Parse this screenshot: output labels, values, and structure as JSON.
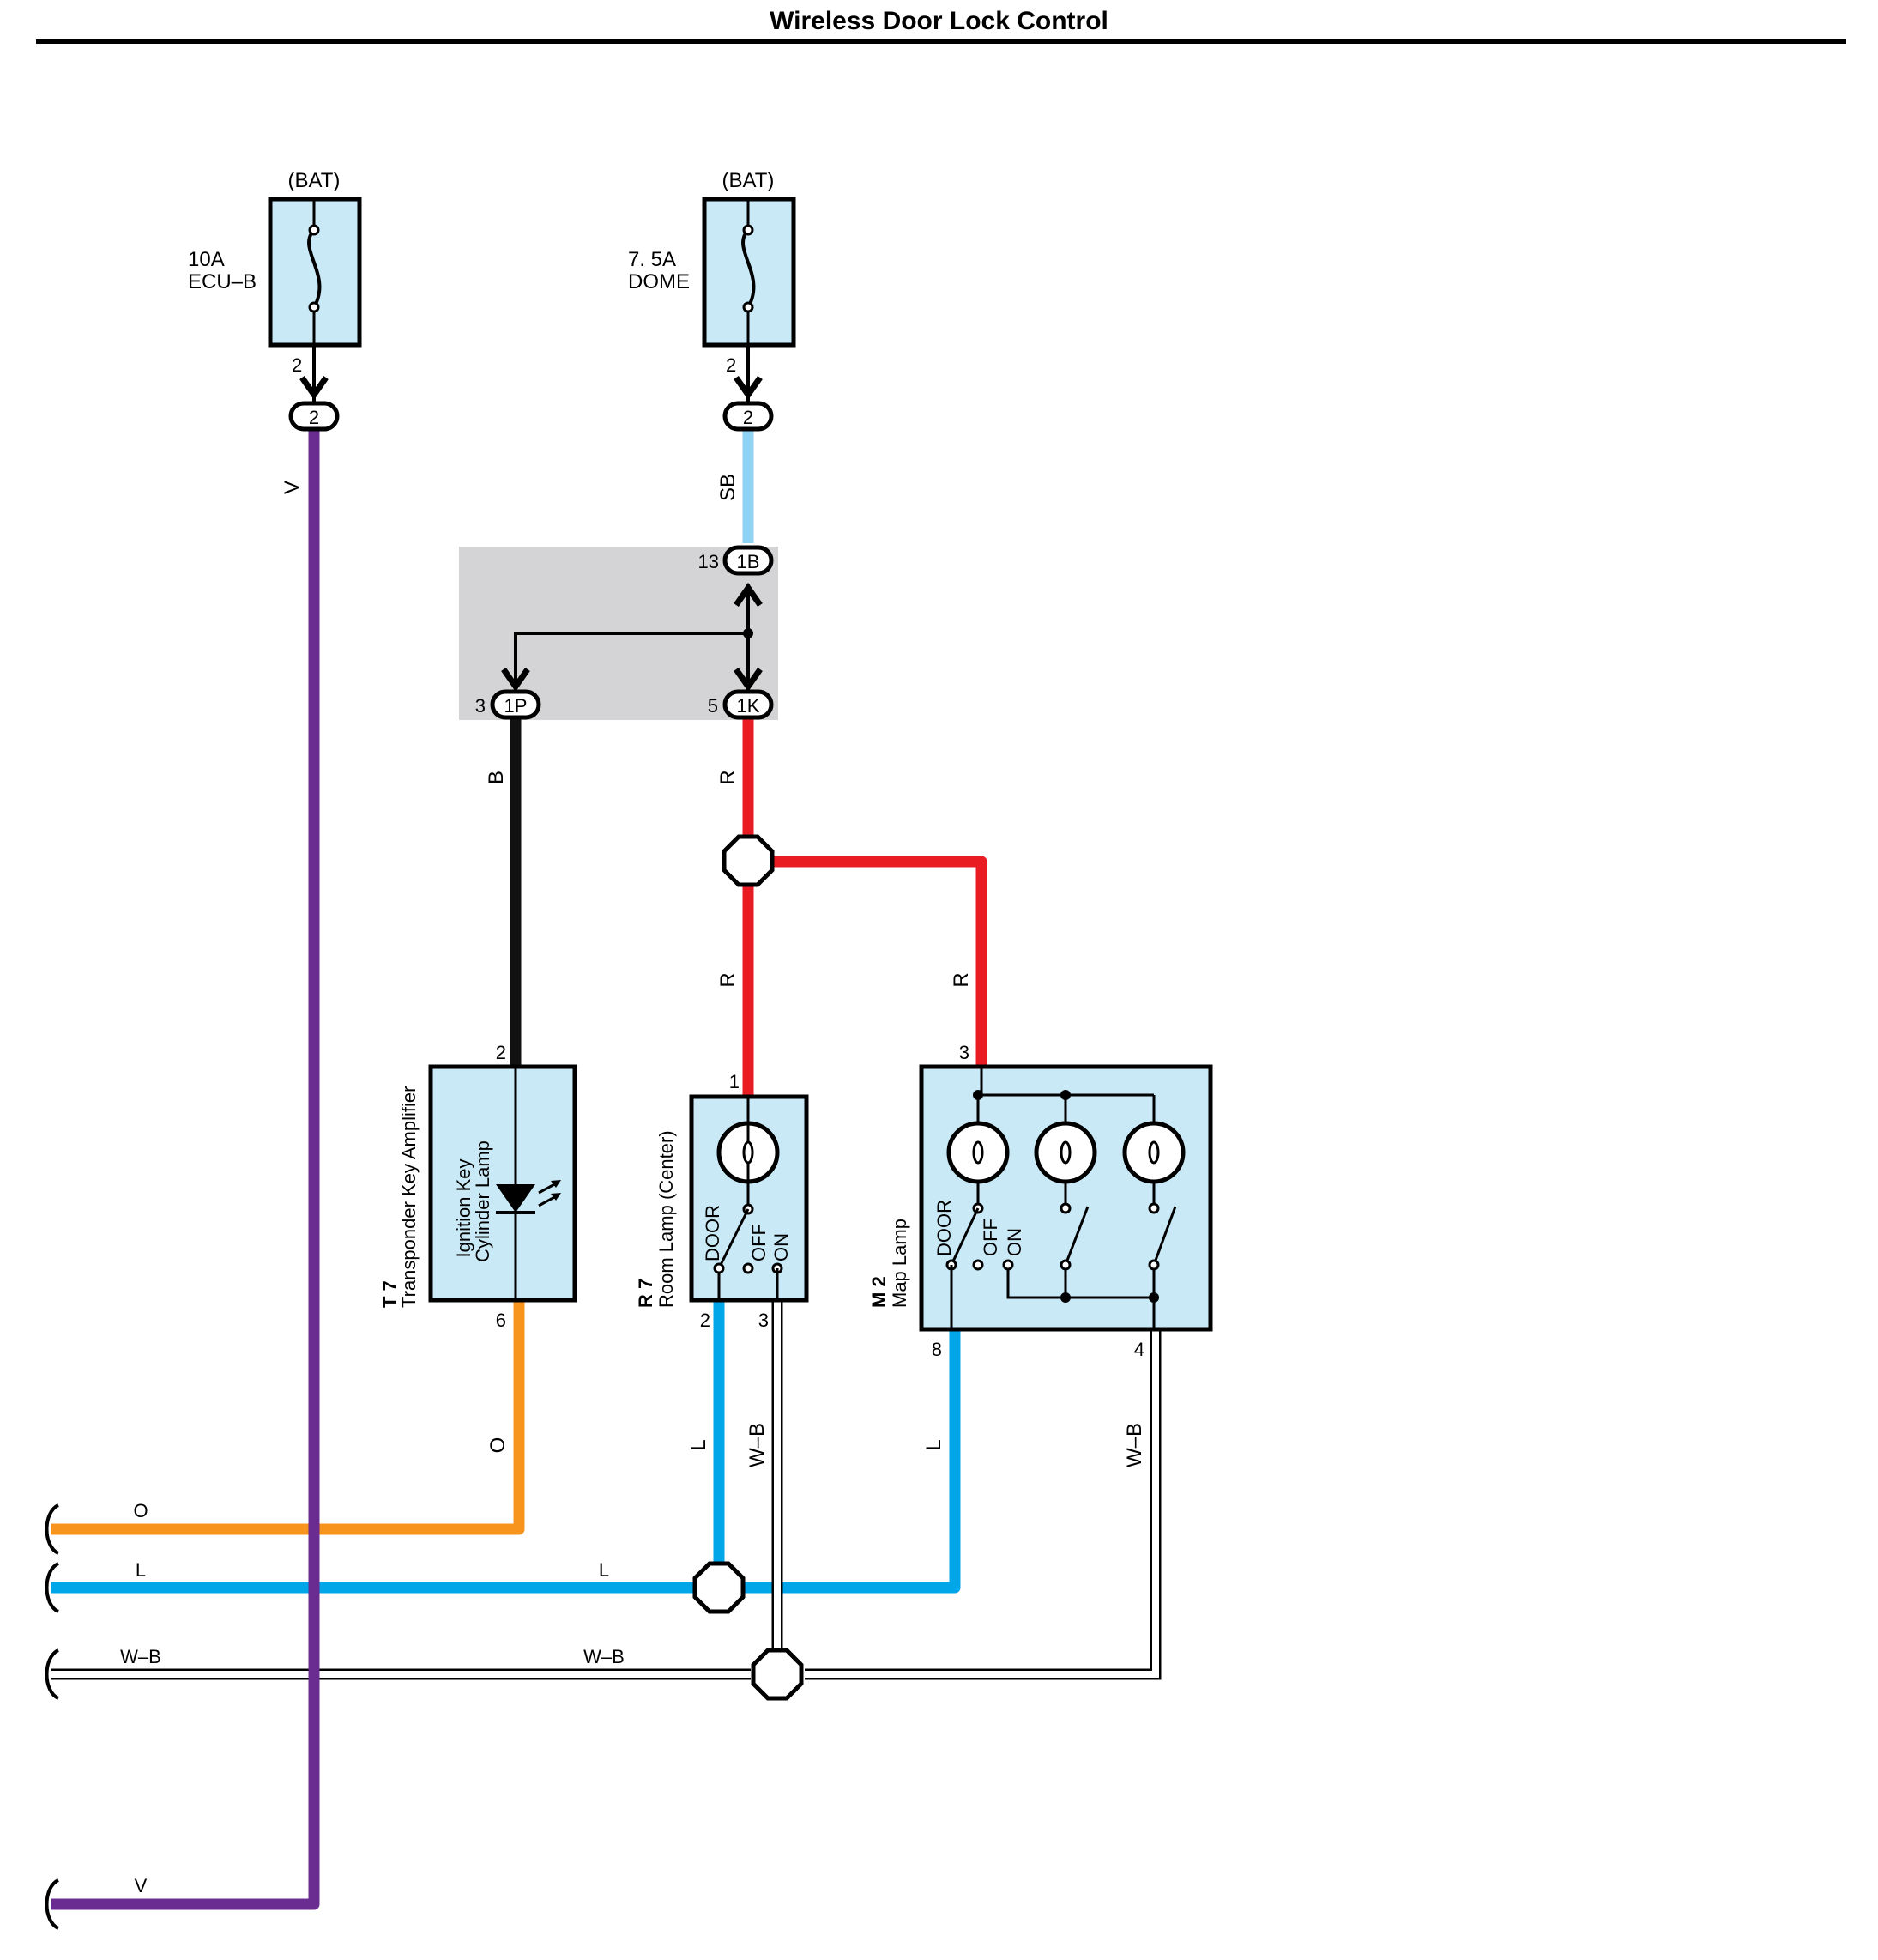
{
  "page_title": "Wireless Door Lock Control",
  "colors": {
    "violet": "#6a2c91",
    "sky_blue": "#8fd3f4",
    "black": "#111111",
    "red": "#e91c24",
    "orange": "#f7941d",
    "blue": "#00a6e8",
    "component_fill": "#c9e9f7",
    "junction_fill": "#d4d4d6"
  },
  "fuses": [
    {
      "source": "(BAT)",
      "rating": "10A",
      "name": "ECU–B",
      "pin": "2",
      "connector": "2",
      "wire": "V"
    },
    {
      "source": "(BAT)",
      "rating": "7. 5A",
      "name": "DOME",
      "pin": "2",
      "connector": "2",
      "wire": "SB"
    }
  ],
  "junction": {
    "in": {
      "pin": "13",
      "connector": "1B"
    },
    "out_left": {
      "pin": "3",
      "connector": "1P",
      "wire": "B"
    },
    "out_right": {
      "pin": "5",
      "connector": "1K",
      "wire": "R"
    }
  },
  "wires": {
    "r_to_room": "R",
    "r_to_map": "R",
    "t7_out": "O",
    "r7_out_l": "L",
    "r7_out_wb": "W–B",
    "m2_out_l": "L",
    "m2_out_wb": "W–B"
  },
  "components": {
    "t7": {
      "code": "T 7",
      "name": "Transponder Key Amplifier",
      "inner_line1": "Ignition Key",
      "inner_line2": "Cylinder Lamp",
      "pin_in": "2",
      "pin_out": "6"
    },
    "r7": {
      "code": "R 7",
      "name": "Room Lamp (Center)",
      "pin_in": "1",
      "pin_l": "2",
      "pin_wb": "3",
      "sw_door": "DOOR",
      "sw_off": "OFF",
      "sw_on": "ON"
    },
    "m2": {
      "code": "M 2",
      "name": "Map Lamp",
      "pin_in": "3",
      "pin_l": "8",
      "pin_wb": "4",
      "sw_door": "DOOR",
      "sw_off": "OFF",
      "sw_on": "ON"
    }
  },
  "bus": {
    "o_left": "O",
    "l_left": "L",
    "l_mid": "L",
    "wb_left": "W–B",
    "wb_mid": "W–B",
    "v_left": "V"
  }
}
